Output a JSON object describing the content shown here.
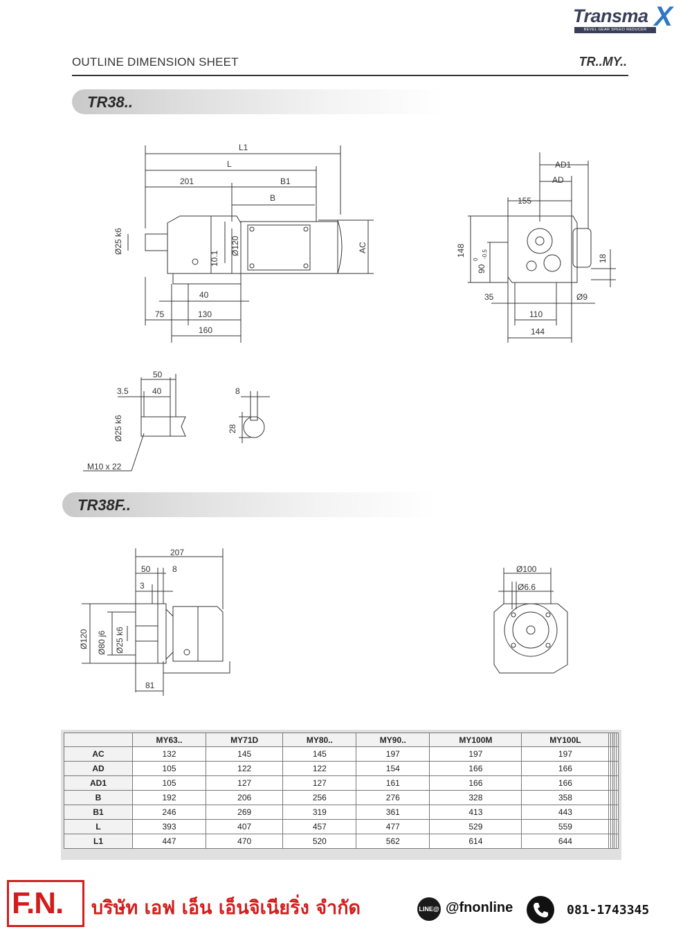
{
  "brand": {
    "name": "Transma",
    "mark": "X",
    "tagline": "BEVEL GEAR SPEED REDUCER"
  },
  "header": {
    "title": "OUTLINE DIMENSION SHEET",
    "series": "TR..MY.."
  },
  "section1": {
    "title": "TR38..",
    "dims": {
      "L1": "L1",
      "L": "L",
      "d201": "201",
      "B1": "B1",
      "B": "B",
      "shaft": "Ø25 k6",
      "d101": "10.1",
      "d120": "Ø120",
      "AC": "AC",
      "d40": "40",
      "d75": "75",
      "d130": "130",
      "d160": "160",
      "AD1": "AD1",
      "AD": "AD",
      "d155": "155",
      "d148": "148",
      "d90": "90",
      "tol": "0",
      "tol2": "-0.5",
      "d18": "18",
      "d35": "35",
      "d9": "Ø9",
      "d110": "110",
      "d144": "144",
      "d50": "50",
      "d35s": "3.5",
      "d40s": "40",
      "shaft2": "Ø25 k6",
      "thread": "M10 x 22",
      "d8": "8",
      "d28": "28"
    }
  },
  "section2": {
    "title": "TR38F..",
    "dims": {
      "d207": "207",
      "d50": "50",
      "d8": "8",
      "d3": "3",
      "d120": "Ø120",
      "d80": "Ø80 j6",
      "d25": "Ø25 k6",
      "d81": "81",
      "d100": "Ø100",
      "d66": "Ø6.6"
    }
  },
  "table": {
    "headers": [
      "",
      "MY63..",
      "MY71D",
      "MY80..",
      "MY90..",
      "MY100M",
      "MY100L",
      "",
      "",
      "",
      "",
      ""
    ],
    "rows": [
      [
        "AC",
        "132",
        "145",
        "145",
        "197",
        "197",
        "197"
      ],
      [
        "AD",
        "105",
        "122",
        "122",
        "154",
        "166",
        "166"
      ],
      [
        "AD1",
        "105",
        "127",
        "127",
        "161",
        "166",
        "166"
      ],
      [
        "B",
        "192",
        "206",
        "256",
        "276",
        "328",
        "358"
      ],
      [
        "B1",
        "246",
        "269",
        "319",
        "361",
        "413",
        "443"
      ],
      [
        "L",
        "393",
        "407",
        "457",
        "477",
        "529",
        "559"
      ],
      [
        "L1",
        "447",
        "470",
        "520",
        "562",
        "614",
        "644"
      ]
    ]
  },
  "footer": {
    "logo": "F.N.",
    "company": "บริษัท เอฟ เอ็น เอ็นจิเนียริ่ง จำกัด",
    "line_badge": "LINE@",
    "line_id": "@fnonline",
    "phone": "081-1743345",
    "accent": "#d21d1d"
  }
}
